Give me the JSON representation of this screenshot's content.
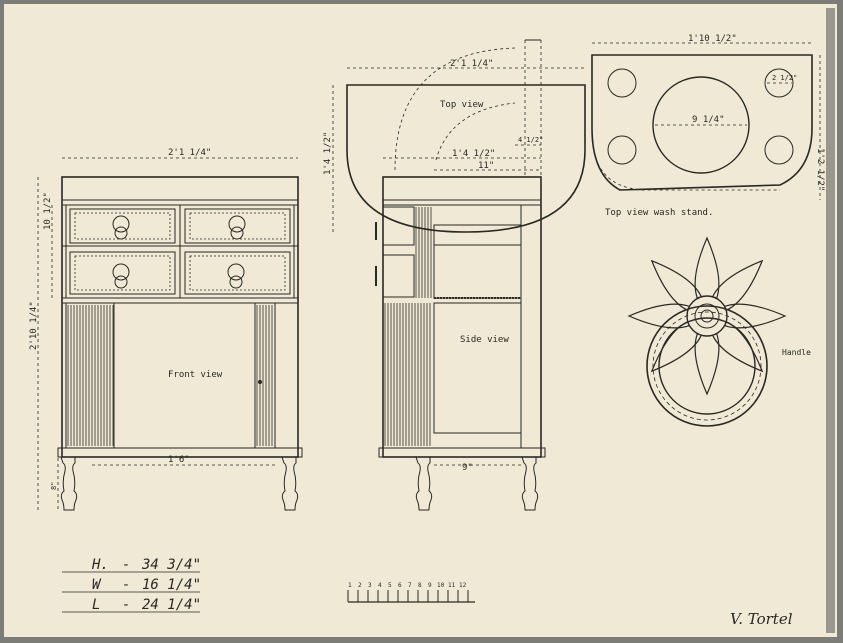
{
  "labels": {
    "top_view": "Top view",
    "front_view": "Front view",
    "side_view": "Side view",
    "top_view_wash_stand": "Top view  wash stand.",
    "handle": "Handle",
    "signature": "V. Tortel"
  },
  "dimensions": {
    "front_width": "2'1 1/4\"",
    "front_drawers_height": "10 1/2\"",
    "front_total_height": "2'10 1/4\"",
    "front_leg_height": "8\"",
    "front_leg_span": "1'6\"",
    "top_depth": "2'1 1/4\"",
    "top_height": "1'4 1/2\"",
    "top_inner_a": "1'4 1/2\"",
    "top_inner_b": "11\"",
    "top_inner_c": "4 1/2\"",
    "side_leg_span": "9\"",
    "wash_width": "1'10 1/2\"",
    "wash_depth": "1'2 1/2\"",
    "wash_basin": "9 1/4\"",
    "wash_small": "2 1/2\""
  },
  "specs": [
    {
      "key": "H.",
      "dash": "-",
      "value": "34 3/4\""
    },
    {
      "key": "W",
      "dash": "-",
      "value": "16 1/4\""
    },
    {
      "key": "L",
      "dash": "-",
      "value": "24 1/4\""
    }
  ],
  "scale": {
    "numbers": [
      "1",
      "2",
      "3",
      "4",
      "5",
      "6",
      "7",
      "8",
      "9",
      "10",
      "11",
      "12"
    ]
  }
}
